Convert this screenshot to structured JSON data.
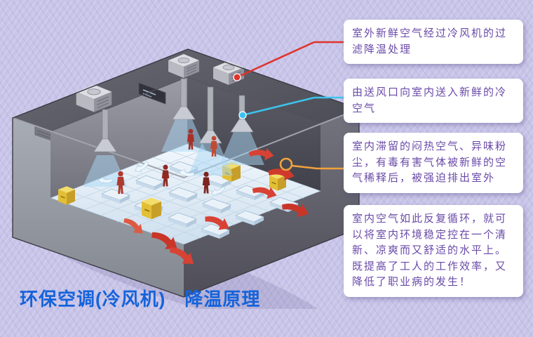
{
  "title": {
    "text": "环保空调(冷风机)　降温原理",
    "color": "#1563da"
  },
  "callouts": [
    {
      "text": "室外新鲜空气经过冷风机的过滤降温处理",
      "connector_color": "#df342b"
    },
    {
      "text": "由送风口向室内送入新鲜的冷空气",
      "connector_color": "#3cc3ef"
    },
    {
      "text": "室内滞留的闷热空气、异味粉尘，有毒有害气体被新鲜的空气稀释后，被强迫排出室外",
      "connector_color": "#f2a23c"
    },
    {
      "text": "室内空气如此反复循环，就可以将室内环境稳定控在一个清新、凉爽而又舒适的水平上。既提高了工人的工作效率，又降低了职业病的发生！",
      "connector_color": ""
    }
  ],
  "colors": {
    "background": "#c8c4e8",
    "callout_background": "#ffffff",
    "callout_text": "#6a4aa8",
    "red_marker": "#df342b",
    "cyan_marker": "#3cc3ef",
    "orange_marker": "#f2a23c",
    "title_blue": "#1563da"
  }
}
